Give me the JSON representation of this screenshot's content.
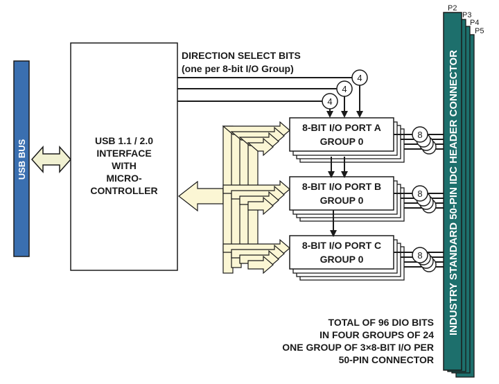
{
  "usb_bus": {
    "label": "USB BUS"
  },
  "interface": {
    "lines": [
      "USB 1.1 / 2.0",
      "INTERFACE",
      "WITH",
      "MICRO-",
      "CONTROLLER"
    ]
  },
  "direction": {
    "line1": "DIRECTION SELECT BITS",
    "line2": "(one per 8-bit I/O Group)",
    "bubble": "4"
  },
  "ports": [
    {
      "title": "8-BIT I/O PORT A",
      "group": "GROUP 0",
      "bubble": "8"
    },
    {
      "title": "8-BIT I/O PORT B",
      "group": "GROUP 0",
      "bubble": "8"
    },
    {
      "title": "8-BIT I/O PORT C",
      "group": "GROUP 0",
      "bubble": "8"
    }
  ],
  "connector": {
    "label": "INDUSTRY STANDARD 50-PIN IDC HEADER CONNECTOR",
    "pins": [
      "P2",
      "P3",
      "P4",
      "P5"
    ]
  },
  "summary": {
    "lines": [
      "TOTAL OF 96 DIO BITS",
      "IN FOUR GROUPS OF 24",
      "ONE GROUP OF 3×8-BIT I/O PER",
      "50-PIN CONNECTOR"
    ]
  },
  "colors": {
    "usb_bus": "#3a6fb0",
    "connector": "#1d6f6c",
    "bus_fill": "#fbf6d4",
    "arrow_fill": "#f1f1d2"
  }
}
